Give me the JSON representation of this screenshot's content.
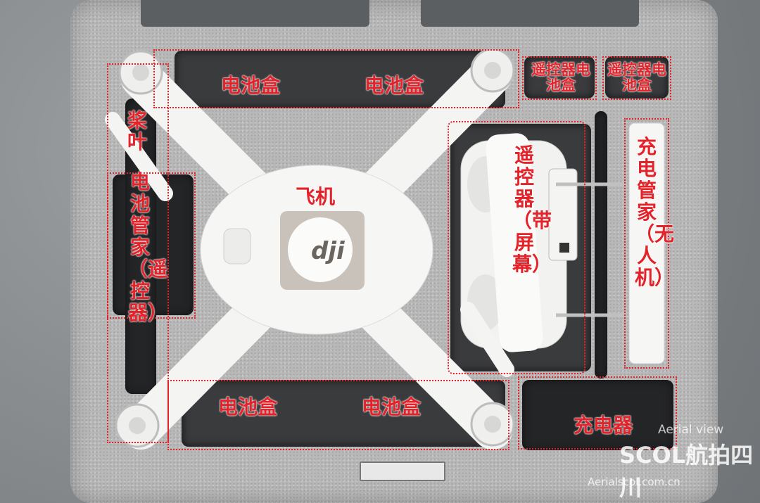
{
  "labels": {
    "battery_box_1": "电池盒",
    "battery_box_2": "电池盒",
    "battery_box_3": "电池盒",
    "battery_box_4": "电池盒",
    "rc_battery_box_1": "遥控器电池盒",
    "rc_battery_box_2": "遥控器电池盒",
    "propeller": "桨叶",
    "battery_manager_rc": "电池管家（遥控器）",
    "aircraft": "飞机",
    "remote_controller": "遥控器（带屏幕）",
    "battery_manager_drone": "充电管家（无人机）",
    "charger": "充电器"
  },
  "watermark": {
    "en": "Aerial view",
    "cn": "SCOL航拍四川",
    "url": "Aerialscol.com.cn"
  },
  "colors": {
    "annotation": "#e3222a",
    "foam": "#b8b8b8",
    "cavity": "#3a3b3d",
    "drone_body": "#f4f4f2"
  }
}
